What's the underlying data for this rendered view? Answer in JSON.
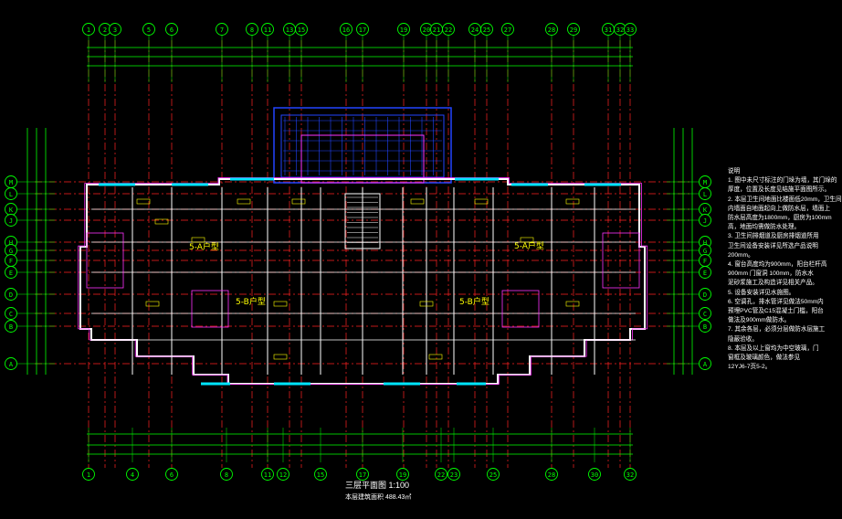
{
  "drawing": {
    "title": "三层平面图 1:100",
    "area_note": "本层建筑面积 488.43㎡",
    "colors": {
      "background": "#000000",
      "axis": "#ff2222",
      "dimension": "#00ff00",
      "wall": "#ffffff",
      "window": "#00e5ff",
      "partition": "#ff33ff",
      "text": "#ffff00",
      "roof": "#2244ff"
    }
  },
  "axes": {
    "top": [
      "1",
      "2",
      "3",
      "5",
      "6",
      "7",
      "8",
      "11",
      "13",
      "15",
      "16",
      "17",
      "19",
      "20",
      "21",
      "22",
      "24",
      "25",
      "27",
      "28",
      "29",
      "31",
      "32",
      "33"
    ],
    "bottom": [
      "1",
      "4",
      "6",
      "8",
      "11",
      "12",
      "15",
      "17",
      "19",
      "22",
      "23",
      "25",
      "28",
      "30",
      "32"
    ],
    "left": [
      "M",
      "L",
      "K",
      "J",
      "H",
      "G",
      "F",
      "E",
      "D",
      "C",
      "B",
      "A"
    ],
    "right": [
      "M",
      "L",
      "K",
      "J",
      "H",
      "G",
      "F",
      "E",
      "D",
      "C",
      "B",
      "A"
    ]
  },
  "room_tags": [
    "5-A户型",
    "5-A户型",
    "5-B户型",
    "5-B户型"
  ],
  "notes": {
    "heading": "说明",
    "lines": [
      "1. 图中未尺寸标注的门垛为墙，其门垛的",
      "厚度，位置及长度见结施平面图所示。",
      "2. 本层卫生间地面比楼面低20mm，卫生间",
      "内墙面自地面起向上做防水层，墙面上",
      "防水层高度为1800mm，厨房为100mm",
      "高，地面均需做防水处理。",
      "3. 卫生间排烟道及厨房排烟道所用",
      "卫生间设备安装详见所选产品说明",
      "200mm。",
      "4. 窗台高度均为900mm，阳台栏杆高",
      "900mm 门窗洞 100mm，防水水",
      "泥砂浆施工及构造详见相关产品。",
      "5. 设备安装详见水施图。",
      "6. 空调孔，排水管详见做法50mm内",
      "预埋PVC管及C15混凝土门槛，阳台",
      "做法及900mm做防水。",
      "7. 其余各层，必须分层做防水层施工",
      "隐蔽验收。",
      "8. 本层及以上窗均为中空玻璃，门",
      "窗框及玻璃颜色，做法参见",
      "12YJ6-7页5-2。"
    ]
  }
}
